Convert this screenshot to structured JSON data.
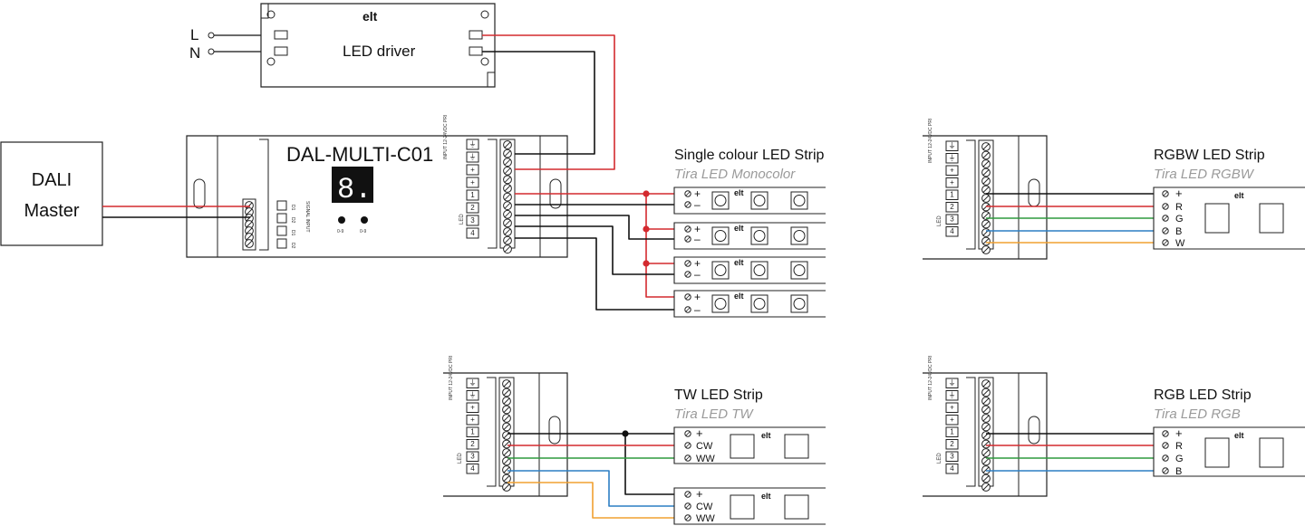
{
  "mains": {
    "l": "L",
    "n": "N"
  },
  "driver": {
    "logo": "elt",
    "label": "LED driver"
  },
  "dali": {
    "line1": "DALI",
    "line2": "Master"
  },
  "controller": {
    "title": "DAL-MULTI-C01",
    "display": "8.8.",
    "input_label": "INPUT 12-24VDC PRI",
    "led_label": "LED",
    "signal_label": "SIGNAL INPUT",
    "d_labels": [
      "D1",
      "D2",
      "D1",
      "D2"
    ],
    "btn_labels": [
      "0-9",
      "0-9"
    ],
    "terminals": [
      "⏚",
      "⏚",
      "+",
      "+",
      "1",
      "2",
      "3",
      "4"
    ]
  },
  "strips": {
    "single": {
      "title": "Single colour LED Strip",
      "subtitle": "Tira LED Monocolor"
    },
    "rgbw": {
      "title": "RGBW LED Strip",
      "subtitle": "Tira LED RGBW"
    },
    "tw": {
      "title": "TW LED Strip",
      "subtitle": "Tira LED TW"
    },
    "rgb": {
      "title": "RGB LED Strip",
      "subtitle": "Tira LED RGB"
    }
  },
  "pins": {
    "plus": "+",
    "minus": "–",
    "rgbw": [
      "+",
      "R",
      "G",
      "B",
      "W"
    ],
    "tw": [
      "+",
      "CW",
      "WW"
    ],
    "rgb": [
      "+",
      "R",
      "G",
      "B"
    ]
  },
  "colors": {
    "red": "#d42a2f",
    "black": "#111111",
    "green": "#2e9a3e",
    "blue": "#2c7fc4",
    "orange": "#f0a030",
    "gray_text": "#9a9a9a"
  }
}
